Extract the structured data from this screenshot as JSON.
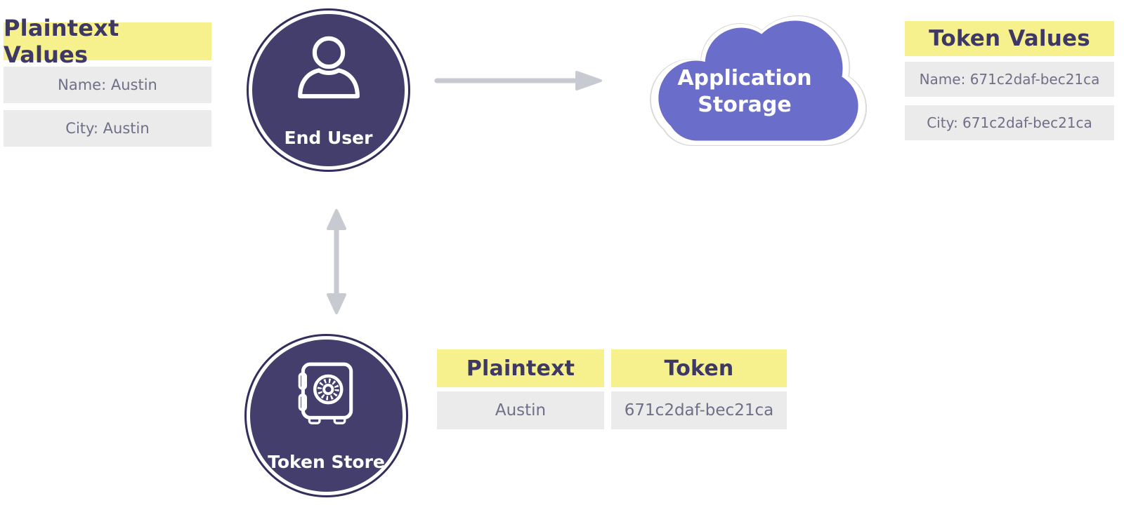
{
  "colors": {
    "navy_fill": "#433e6b",
    "navy_ring": "#332e5c",
    "header_text": "#3d3864",
    "highlight_yellow": "#f6f08d",
    "row_gray": "#ebebeb",
    "row_text": "#6f6f87",
    "cloud_purple": "#6a6dc9",
    "cloud_outline": "#d8d8d8",
    "arrow_gray": "#c8cad2",
    "icon_white": "#ffffff"
  },
  "plaintext_panel": {
    "title": "Plaintext Values",
    "rows": [
      "Name: Austin",
      "City: Austin"
    ]
  },
  "end_user": {
    "label": "End User"
  },
  "application_storage": {
    "line1": "Application",
    "line2": "Storage"
  },
  "token_values_panel": {
    "title": "Token Values",
    "rows": [
      "Name: 671c2daf-bec21ca",
      "City: 671c2daf-bec21ca"
    ]
  },
  "token_store": {
    "label": "Token Store"
  },
  "mapping_table": {
    "headers": [
      "Plaintext",
      "Token"
    ],
    "values": [
      "Austin",
      "671c2daf-bec21ca"
    ]
  }
}
